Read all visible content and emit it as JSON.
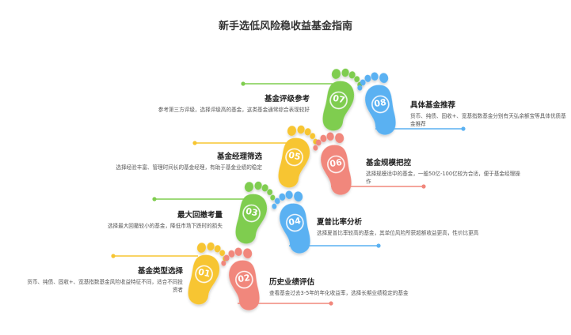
{
  "title": "新手选低风险稳收益基金指南",
  "steps": [
    {
      "num": "01",
      "heading": "基金类型选择",
      "desc": "货币、纯债、固收+、宽基指数基金风险收益特征不同，适合不同投资者",
      "color": "#f7c531",
      "side": "left"
    },
    {
      "num": "02",
      "heading": "历史业绩评估",
      "desc": "查看基金过去3-5年的年化收益率，选择长期业绩稳定的基金",
      "color": "#f1877c",
      "side": "right"
    },
    {
      "num": "03",
      "heading": "最大回撤考量",
      "desc": "选择最大回撤较小的基金，降低市场下跌时的损失",
      "color": "#7fcd4f",
      "side": "left"
    },
    {
      "num": "04",
      "heading": "夏普比率分析",
      "desc": "选择夏普比率较高的基金，其单位风险所获超额收益更高，性价比更高",
      "color": "#5ab1f2",
      "side": "right"
    },
    {
      "num": "05",
      "heading": "基金经理筛选",
      "desc": "选择经验丰富、管理时间长的基金经理，有助于基金业绩的稳定",
      "color": "#f7c531",
      "side": "left"
    },
    {
      "num": "06",
      "heading": "基金规模把控",
      "desc": "选择规模适中的基金，一般50亿-100亿较为合适，便于基金经理操作",
      "color": "#f1877c",
      "side": "right"
    },
    {
      "num": "07",
      "heading": "基金评级参考",
      "desc": "参考第三方评级，选择评级高的基金，这类基金通常综合表现较好",
      "color": "#7fcd4f",
      "side": "left"
    },
    {
      "num": "08",
      "heading": "具体基金推荐",
      "desc": "货币、纯债、固收+、宽基指数基金分别有天弘余额宝等具体优质基金推荐",
      "color": "#5ab1f2",
      "side": "right"
    }
  ]
}
